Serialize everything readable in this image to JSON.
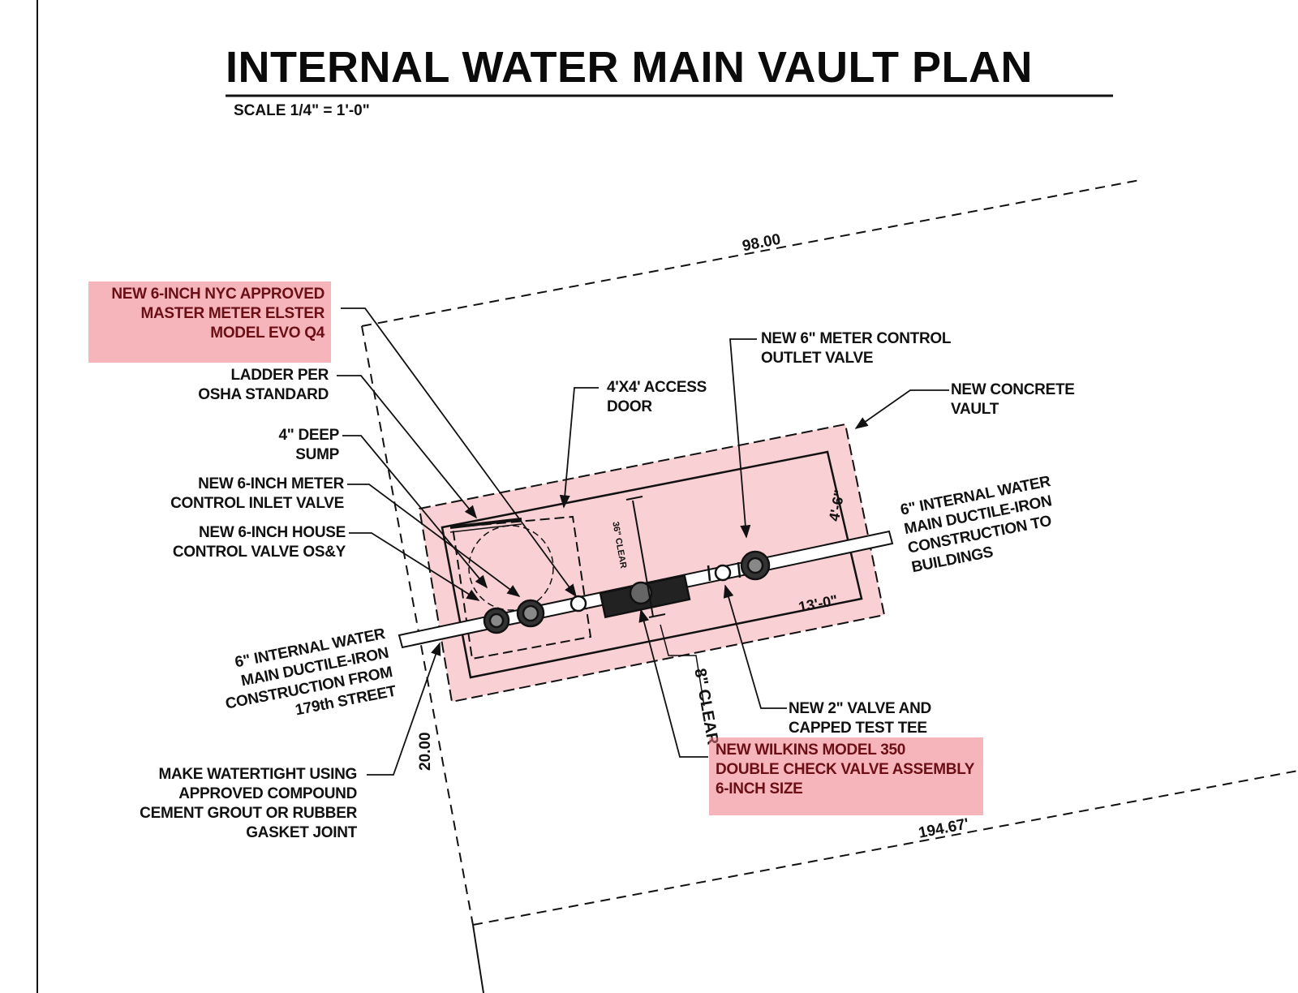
{
  "title": "INTERNAL WATER MAIN VAULT PLAN",
  "scale": "SCALE 1/4\" = 1'-0\"",
  "dimensions": {
    "top": "98.00",
    "bottom": "194.67'",
    "side": "20.00",
    "vault_length": "13'-0\"",
    "vault_width": "4'-6\"",
    "clear_36": "36\" CLEAR",
    "clear_8": "8\" CLEAR"
  },
  "callouts": {
    "master_meter": [
      "NEW 6-INCH NYC APPROVED",
      "MASTER METER ELSTER",
      "MODEL EVO Q4"
    ],
    "ladder": [
      "LADDER PER",
      "OSHA STANDARD"
    ],
    "sump": [
      "4\" DEEP",
      "SUMP"
    ],
    "inlet_valve": [
      "NEW 6-INCH METER",
      "CONTROL INLET VALVE"
    ],
    "house_valve": [
      "NEW 6-INCH HOUSE",
      "CONTROL VALVE OS&Y"
    ],
    "water_main_from": [
      "6\" INTERNAL WATER",
      "MAIN DUCTILE-IRON",
      "CONSTRUCTION FROM",
      "179th STREET"
    ],
    "watertight": [
      "MAKE WATERTIGHT USING",
      "APPROVED COMPOUND",
      "CEMENT GROUT OR RUBBER",
      "GASKET JOINT"
    ],
    "access_door": [
      "4'X4' ACCESS",
      "DOOR"
    ],
    "outlet_valve": [
      "NEW 6\" METER CONTROL",
      "OUTLET VALVE"
    ],
    "concrete_vault": [
      "NEW CONCRETE",
      "VAULT"
    ],
    "water_main_to": [
      "6\" INTERNAL WATER",
      "MAIN DUCTILE-IRON",
      "CONSTRUCTION TO",
      "BUILDINGS"
    ],
    "test_tee": [
      "NEW 2\" VALVE AND",
      "CAPPED TEST TEE"
    ],
    "double_check": [
      "NEW WILKINS MODEL 350",
      "DOUBLE CHECK VALVE ASSEMBLY",
      "6-INCH SIZE"
    ]
  },
  "colors": {
    "ink": "#111111",
    "highlight": "#ee7882"
  }
}
